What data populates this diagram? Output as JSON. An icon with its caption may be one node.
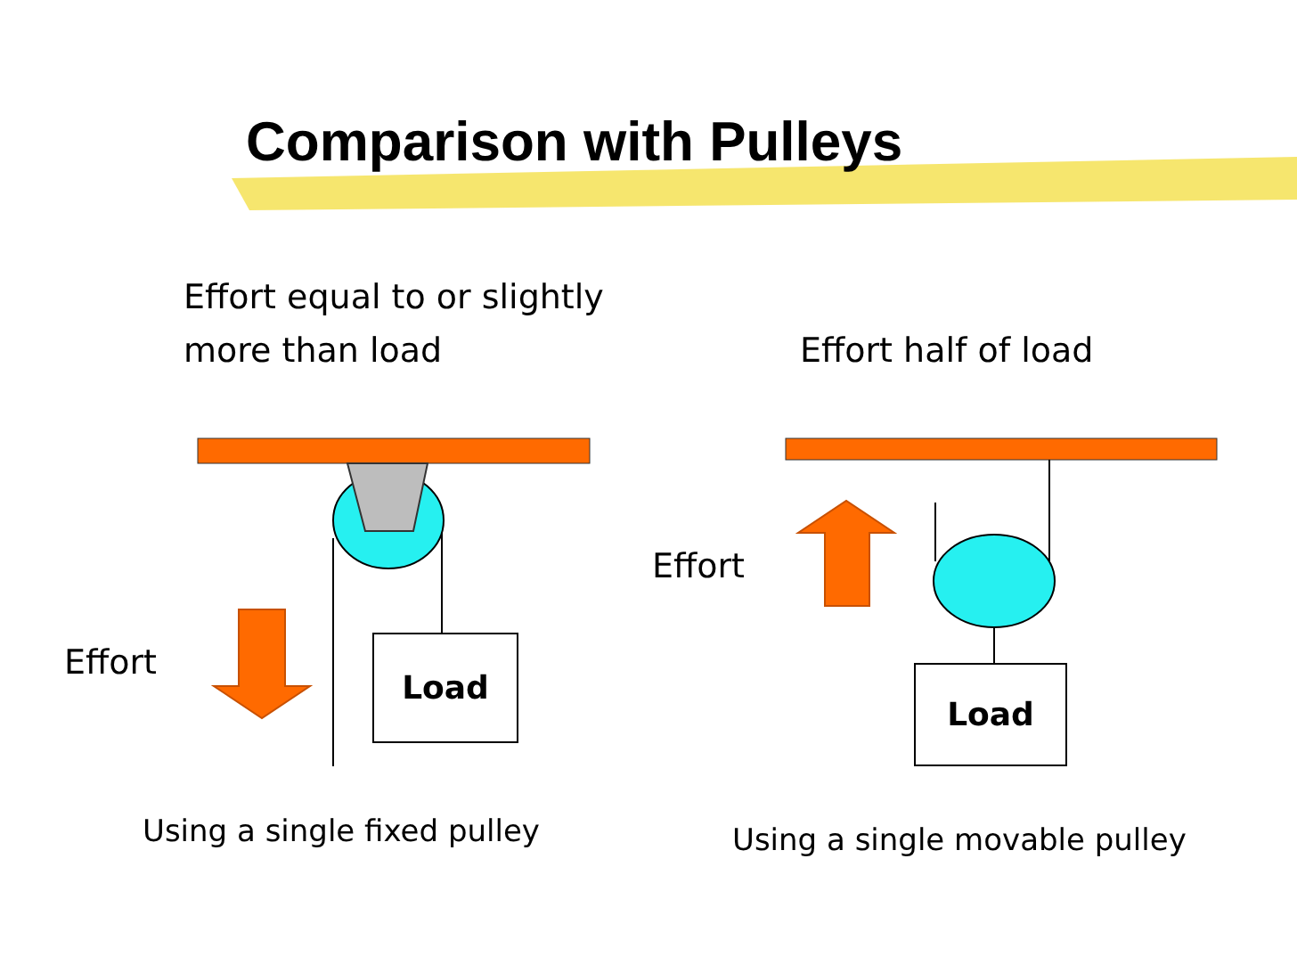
{
  "diagram": {
    "title": "Comparison with Pulleys",
    "nodes": [
      {
        "text": [
          "Load"
        ]
      },
      {
        "text": [
          "Load"
        ]
      }
    ],
    "labels": [
      "Effort equal to or slightly more than load",
      "Effort half of load",
      "Effort",
      "Effort",
      "Using a single fixed pulley",
      "Using a single movable pulley"
    ]
  }
}
